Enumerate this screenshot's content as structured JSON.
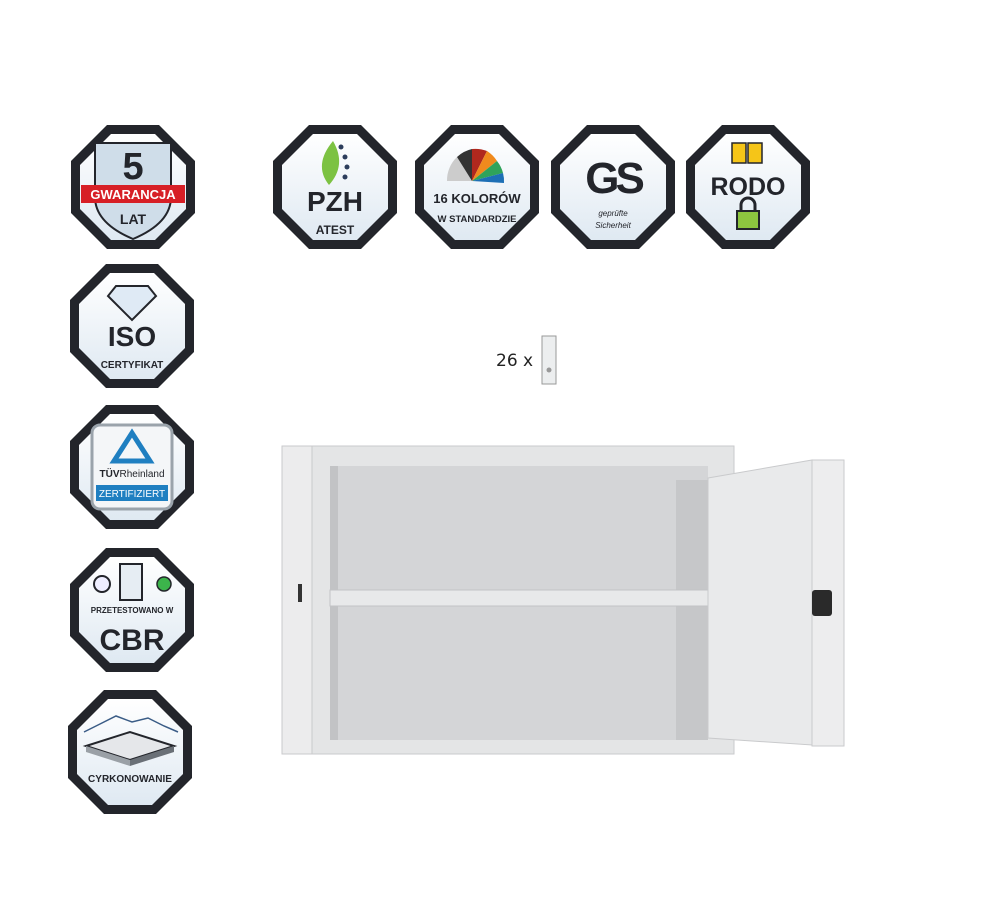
{
  "badges": {
    "warranty": {
      "number": "5",
      "label": "GWARANCJA",
      "unit": "LAT"
    },
    "pzh": {
      "title": "PZH",
      "subtitle": "ATEST"
    },
    "colors": {
      "title": "16 KOLORÓW",
      "subtitle": "W STANDARDZIE"
    },
    "gs": {
      "title": "GS",
      "line1": "geprüfte",
      "line2": "Sicherheit"
    },
    "rodo": {
      "title": "RODO"
    },
    "iso": {
      "title": "ISO",
      "subtitle": "CERTYFIKAT"
    },
    "tuv": {
      "brand_bold": "TÜV",
      "brand": "Rheinland",
      "label": "ZERTIFIZIERT"
    },
    "cbr": {
      "subtitle": "PRZETESTOWANO W",
      "title": "CBR"
    },
    "zirconium": {
      "title": "CYRKONOWANIE"
    }
  },
  "capacity": {
    "text": "26 x"
  },
  "colors": {
    "badge_border": "#23252b",
    "warranty_red": "#d71f26",
    "tuv_blue": "#1f7fc1",
    "lock_green": "#8dc63f",
    "cabinet": "#e4e5e6"
  }
}
